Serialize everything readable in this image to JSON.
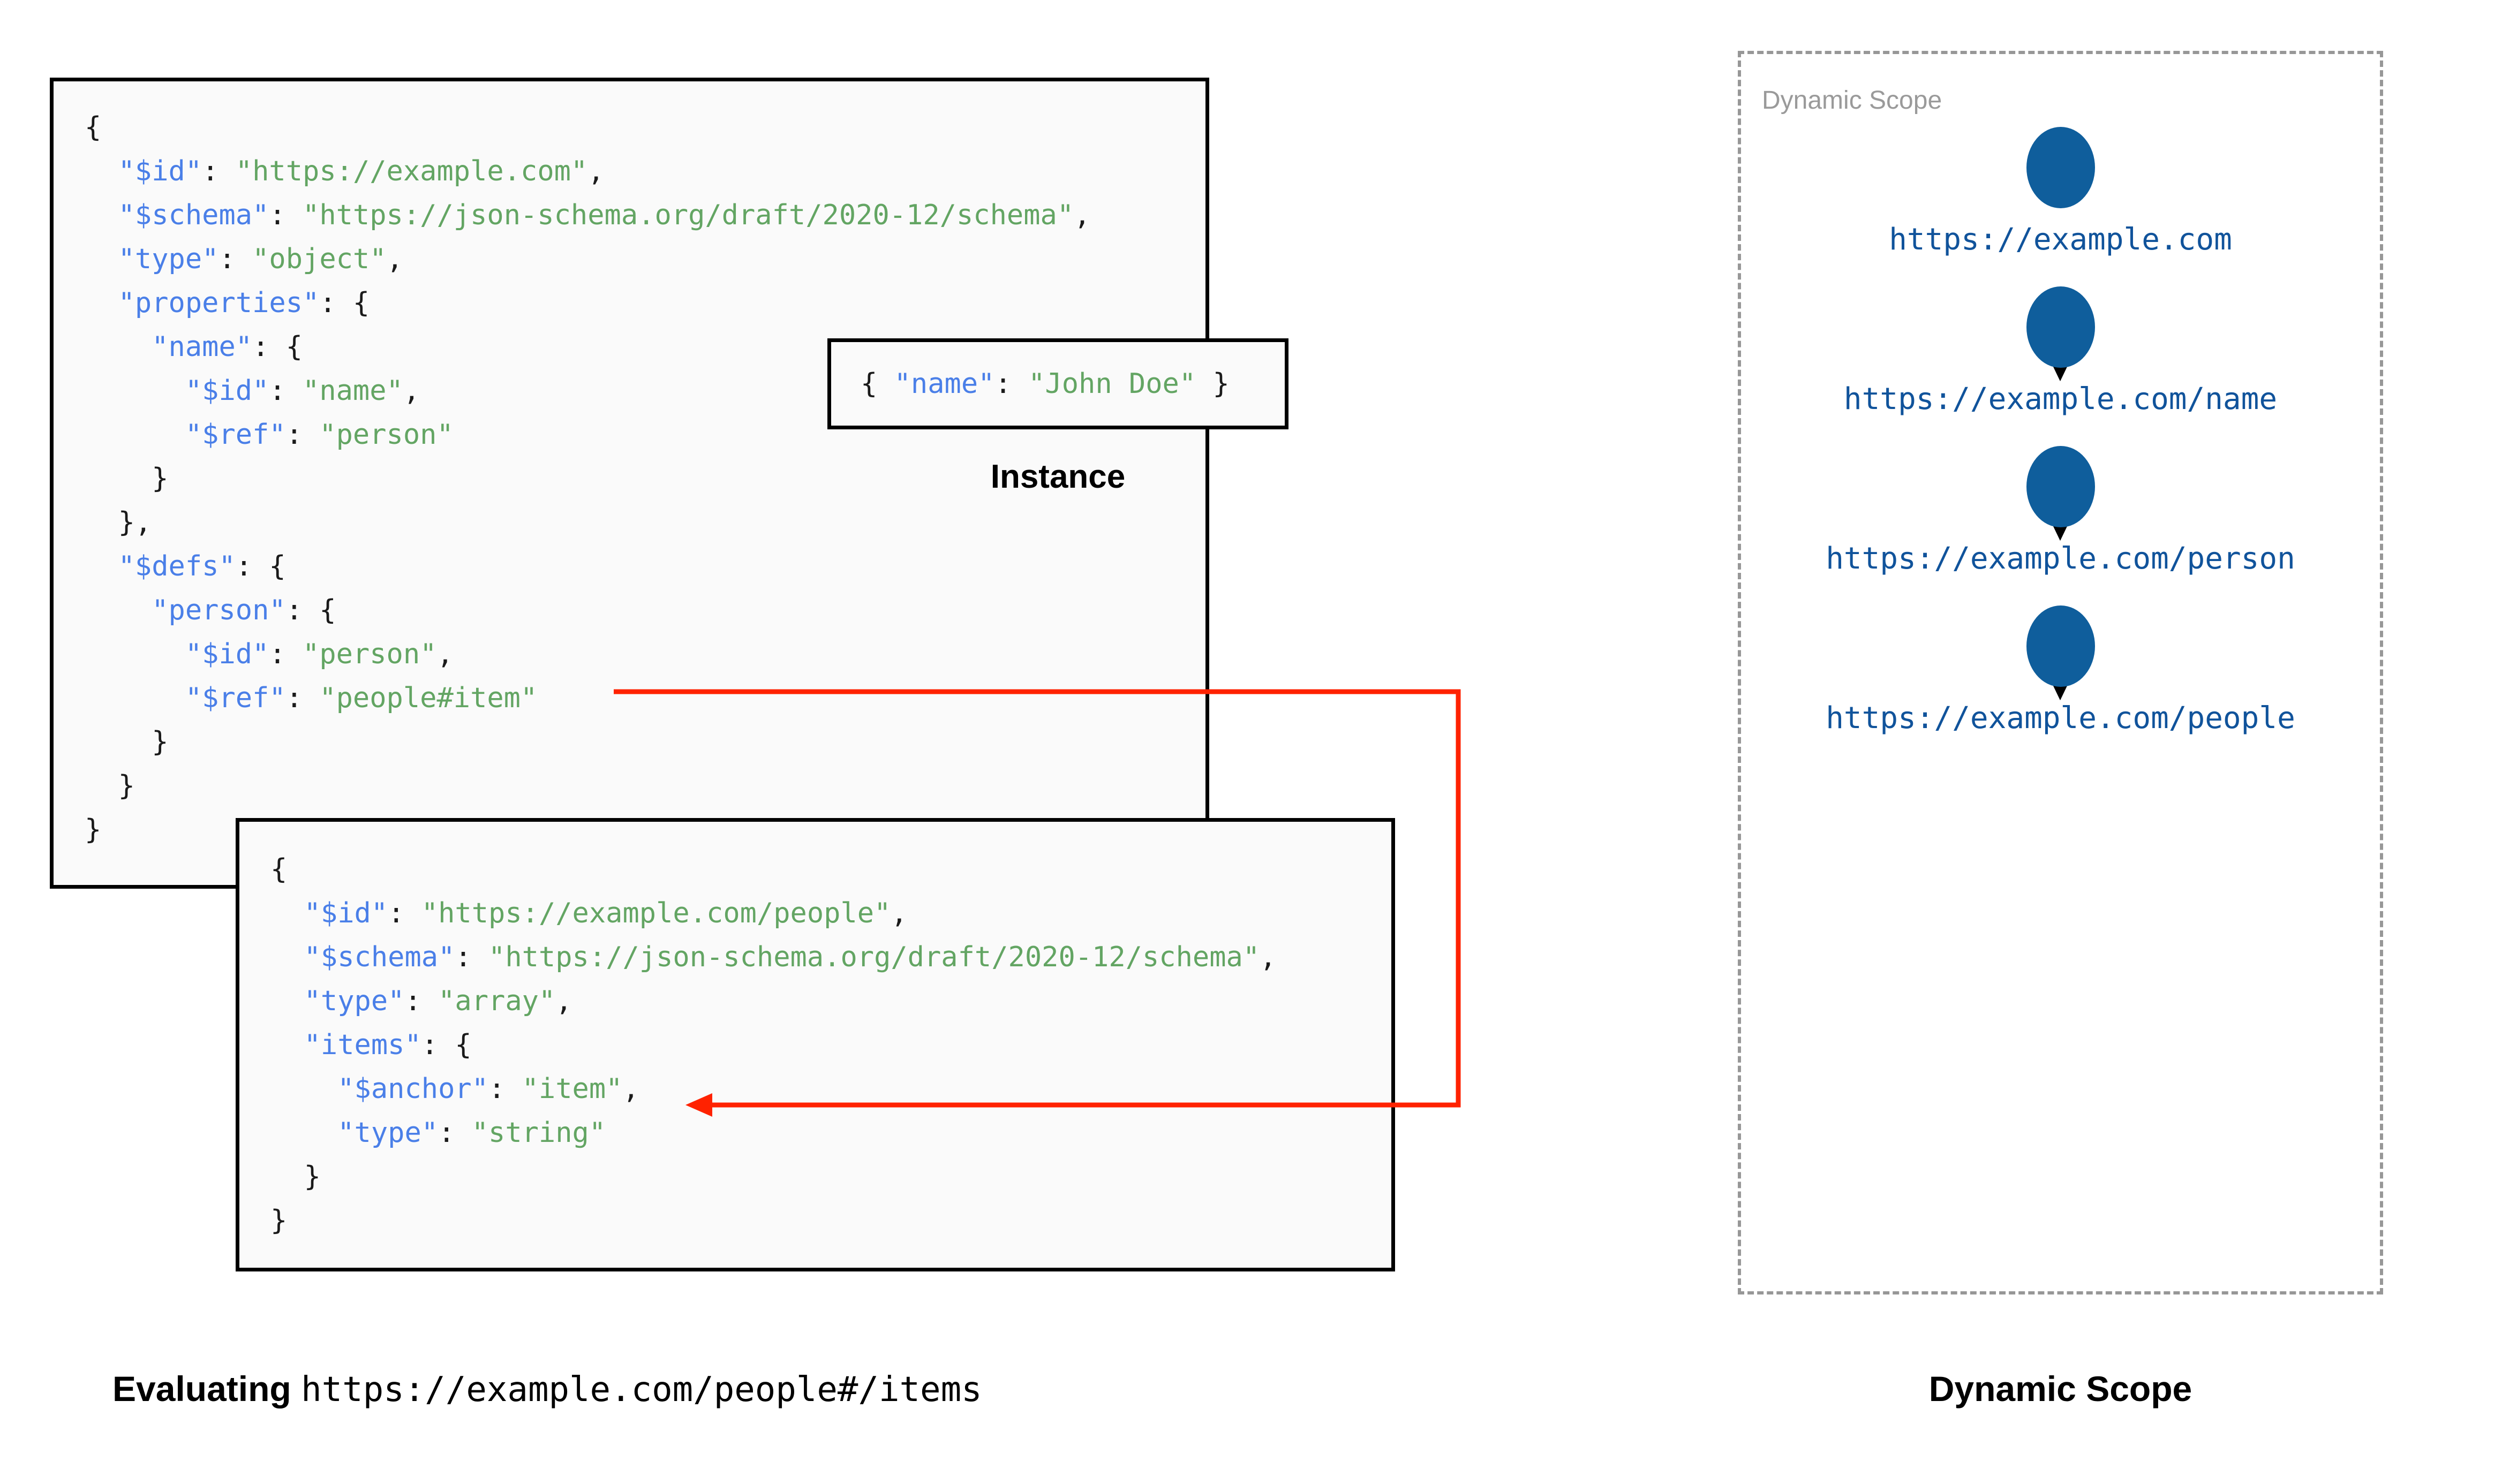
{
  "diagram": {
    "title_left": "Evaluating https://example.com/people#/items",
    "title_right": "Dynamic Scope"
  },
  "left_caption": {
    "bold_prefix": "Evaluating",
    "mono_url": "https://example.com/people#/items"
  },
  "right_caption": {
    "label": "Dynamic Scope"
  },
  "schema_root": {
    "lines": [
      {
        "indent": 0,
        "parts": [
          {
            "t": "{",
            "c": "p"
          }
        ]
      },
      {
        "indent": 1,
        "parts": [
          {
            "t": "\"$id\"",
            "c": "k"
          },
          {
            "t": ": ",
            "c": "p"
          },
          {
            "t": "\"https://example.com\"",
            "c": "s"
          },
          {
            "t": ",",
            "c": "p"
          }
        ]
      },
      {
        "indent": 1,
        "parts": [
          {
            "t": "\"$schema\"",
            "c": "k"
          },
          {
            "t": ": ",
            "c": "p"
          },
          {
            "t": "\"https://json-schema.org/draft/2020-12/schema\"",
            "c": "s"
          },
          {
            "t": ",",
            "c": "p"
          }
        ]
      },
      {
        "indent": 1,
        "parts": [
          {
            "t": "\"type\"",
            "c": "k"
          },
          {
            "t": ": ",
            "c": "p"
          },
          {
            "t": "\"object\"",
            "c": "s"
          },
          {
            "t": ",",
            "c": "p"
          }
        ]
      },
      {
        "indent": 1,
        "parts": [
          {
            "t": "\"properties\"",
            "c": "k"
          },
          {
            "t": ": {",
            "c": "p"
          }
        ]
      },
      {
        "indent": 2,
        "parts": [
          {
            "t": "\"name\"",
            "c": "k"
          },
          {
            "t": ": {",
            "c": "p"
          }
        ]
      },
      {
        "indent": 3,
        "parts": [
          {
            "t": "\"$id\"",
            "c": "k"
          },
          {
            "t": ": ",
            "c": "p"
          },
          {
            "t": "\"name\"",
            "c": "s"
          },
          {
            "t": ",",
            "c": "p"
          }
        ]
      },
      {
        "indent": 3,
        "parts": [
          {
            "t": "\"$ref\"",
            "c": "k"
          },
          {
            "t": ": ",
            "c": "p"
          },
          {
            "t": "\"person\"",
            "c": "s"
          }
        ]
      },
      {
        "indent": 2,
        "parts": [
          {
            "t": "}",
            "c": "p"
          }
        ]
      },
      {
        "indent": 1,
        "parts": [
          {
            "t": "},",
            "c": "p"
          }
        ]
      },
      {
        "indent": 1,
        "parts": [
          {
            "t": "\"$defs\"",
            "c": "k"
          },
          {
            "t": ": {",
            "c": "p"
          }
        ]
      },
      {
        "indent": 2,
        "parts": [
          {
            "t": "\"person\"",
            "c": "k"
          },
          {
            "t": ": {",
            "c": "p"
          }
        ]
      },
      {
        "indent": 3,
        "parts": [
          {
            "t": "\"$id\"",
            "c": "k"
          },
          {
            "t": ": ",
            "c": "p"
          },
          {
            "t": "\"person\"",
            "c": "s"
          },
          {
            "t": ",",
            "c": "p"
          }
        ]
      },
      {
        "indent": 3,
        "parts": [
          {
            "t": "\"$ref\"",
            "c": "k"
          },
          {
            "t": ": ",
            "c": "p"
          },
          {
            "t": "\"people#item\"",
            "c": "s"
          }
        ]
      },
      {
        "indent": 2,
        "parts": [
          {
            "t": "}",
            "c": "p"
          }
        ]
      },
      {
        "indent": 1,
        "parts": [
          {
            "t": "}",
            "c": "p"
          }
        ]
      },
      {
        "indent": 0,
        "parts": [
          {
            "t": "}",
            "c": "p"
          }
        ]
      }
    ]
  },
  "instance": {
    "caption": "Instance",
    "lines": [
      {
        "indent": 0,
        "parts": [
          {
            "t": "{ ",
            "c": "p"
          },
          {
            "t": "\"name\"",
            "c": "k"
          },
          {
            "t": ": ",
            "c": "p"
          },
          {
            "t": "\"John Doe\"",
            "c": "s"
          },
          {
            "t": " }",
            "c": "p"
          }
        ]
      }
    ]
  },
  "people_schema": {
    "lines": [
      {
        "indent": 0,
        "parts": [
          {
            "t": "{",
            "c": "p"
          }
        ]
      },
      {
        "indent": 1,
        "parts": [
          {
            "t": "\"$id\"",
            "c": "k"
          },
          {
            "t": ": ",
            "c": "p"
          },
          {
            "t": "\"https://example.com/people\"",
            "c": "s"
          },
          {
            "t": ",",
            "c": "p"
          }
        ]
      },
      {
        "indent": 1,
        "parts": [
          {
            "t": "\"$schema\"",
            "c": "k"
          },
          {
            "t": ": ",
            "c": "p"
          },
          {
            "t": "\"https://json-schema.org/draft/2020-12/schema\"",
            "c": "s"
          },
          {
            "t": ",",
            "c": "p"
          }
        ]
      },
      {
        "indent": 1,
        "parts": [
          {
            "t": "\"type\"",
            "c": "k"
          },
          {
            "t": ": ",
            "c": "p"
          },
          {
            "t": "\"array\"",
            "c": "s"
          },
          {
            "t": ",",
            "c": "p"
          }
        ]
      },
      {
        "indent": 1,
        "parts": [
          {
            "t": "\"items\"",
            "c": "k"
          },
          {
            "t": ": {",
            "c": "p"
          }
        ]
      },
      {
        "indent": 2,
        "parts": [
          {
            "t": "\"$anchor\"",
            "c": "k"
          },
          {
            "t": ": ",
            "c": "p"
          },
          {
            "t": "\"item\"",
            "c": "s"
          },
          {
            "t": ",",
            "c": "p"
          }
        ]
      },
      {
        "indent": 2,
        "parts": [
          {
            "t": "\"type\"",
            "c": "k"
          },
          {
            "t": ": ",
            "c": "p"
          },
          {
            "t": "\"string\"",
            "c": "s"
          }
        ]
      },
      {
        "indent": 1,
        "parts": [
          {
            "t": "}",
            "c": "p"
          }
        ]
      },
      {
        "indent": 0,
        "parts": [
          {
            "t": "}",
            "c": "p"
          }
        ]
      }
    ]
  },
  "dynamic_scope": {
    "panel_label": "Dynamic Scope",
    "nodes": [
      {
        "label": "https://example.com"
      },
      {
        "label": "https://example.com/name"
      },
      {
        "label": "https://example.com/person"
      },
      {
        "label": "https://example.com/people"
      }
    ]
  },
  "colors": {
    "json_key": "#4a7fe8",
    "json_string": "#63a563",
    "node_fill": "#0f5e9c",
    "node_label": "#10539b",
    "ref_arrow": "#ff2200",
    "scope_border": "#979797",
    "box_border": "#000000",
    "box_fill": "#fafafa"
  }
}
